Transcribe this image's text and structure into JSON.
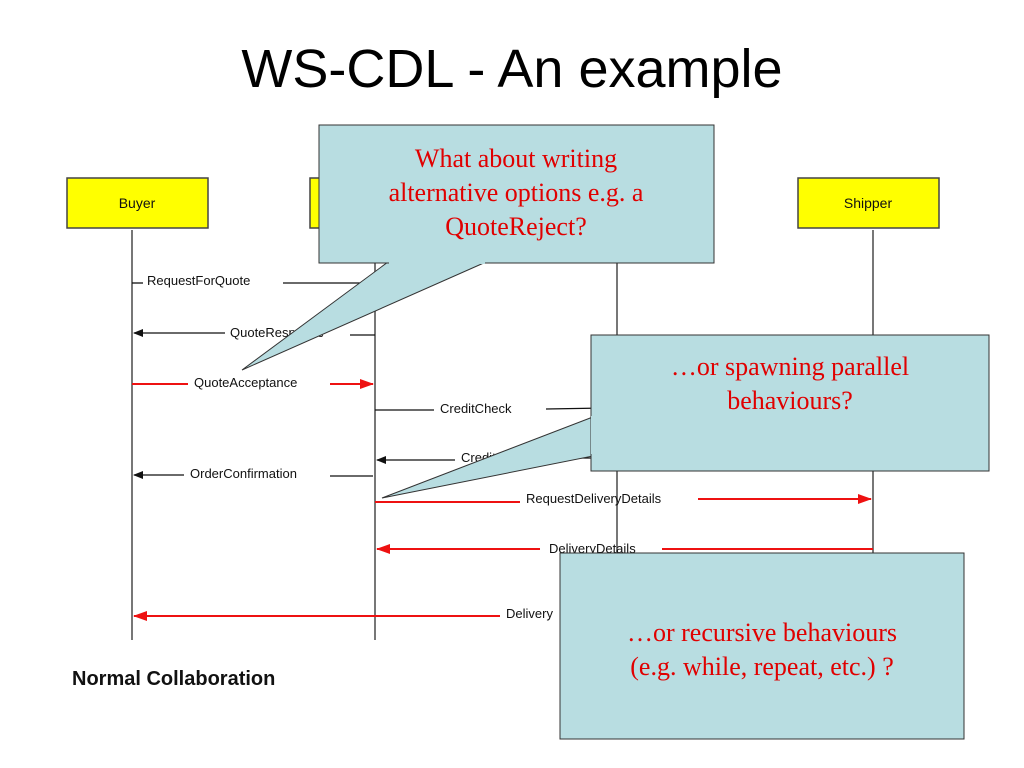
{
  "slide": {
    "title": "WS-CDL - An example",
    "caption": "Normal Collaboration"
  },
  "actors": {
    "buyer": "Buyer",
    "shipper": "Shipper"
  },
  "messages": {
    "m1": "RequestForQuote",
    "m2": "QuoteResponse",
    "m3": "QuoteAcceptance",
    "m4": "CreditCheck",
    "m5": "Credit",
    "m6": "OrderConfirmation",
    "m7": "RequestDeliveryDetails",
    "m8": "DeliveryDetails",
    "m9": "Delivery"
  },
  "callouts": {
    "c1": [
      "What about writing",
      "alternative options e.g. a",
      "QuoteReject?"
    ],
    "c2": [
      "…or spawning parallel",
      "behaviours?"
    ],
    "c3": [
      "…or recursive behaviours",
      "(e.g. while, repeat, etc.) ?"
    ]
  },
  "colors": {
    "actor_fill": "#ffff00",
    "callout_fill": "#b8dde1",
    "callout_text": "#e00000",
    "arrow_red": "#ee1111",
    "arrow_black": "#111111"
  }
}
